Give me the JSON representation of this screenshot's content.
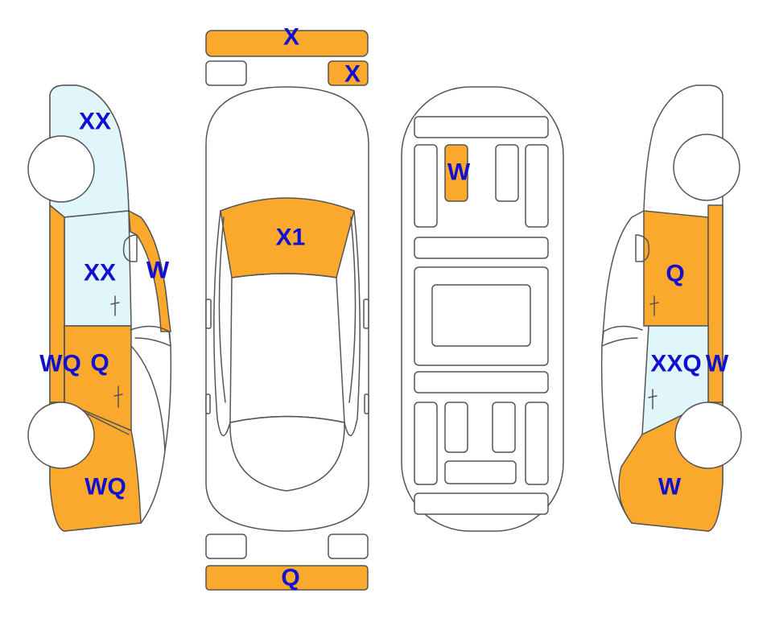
{
  "colors": {
    "damaged": "#FBA92D",
    "glass": "#E1F6FA",
    "outline": "#555555",
    "label": "#1010D2"
  },
  "labels": {
    "front_bumper": "X",
    "front_small_right": "X",
    "hood": "X1",
    "trunk_spot": "W",
    "rear_bumper": "Q",
    "left_front_window": "XX",
    "left_rear_window": "XX",
    "left_pillar": "W",
    "left_fender": "WQ",
    "left_door": "Q",
    "left_quarter": "WQ",
    "right_door": "Q",
    "right_window": "XXQ",
    "right_pillar": "W",
    "right_quarter": "W"
  }
}
